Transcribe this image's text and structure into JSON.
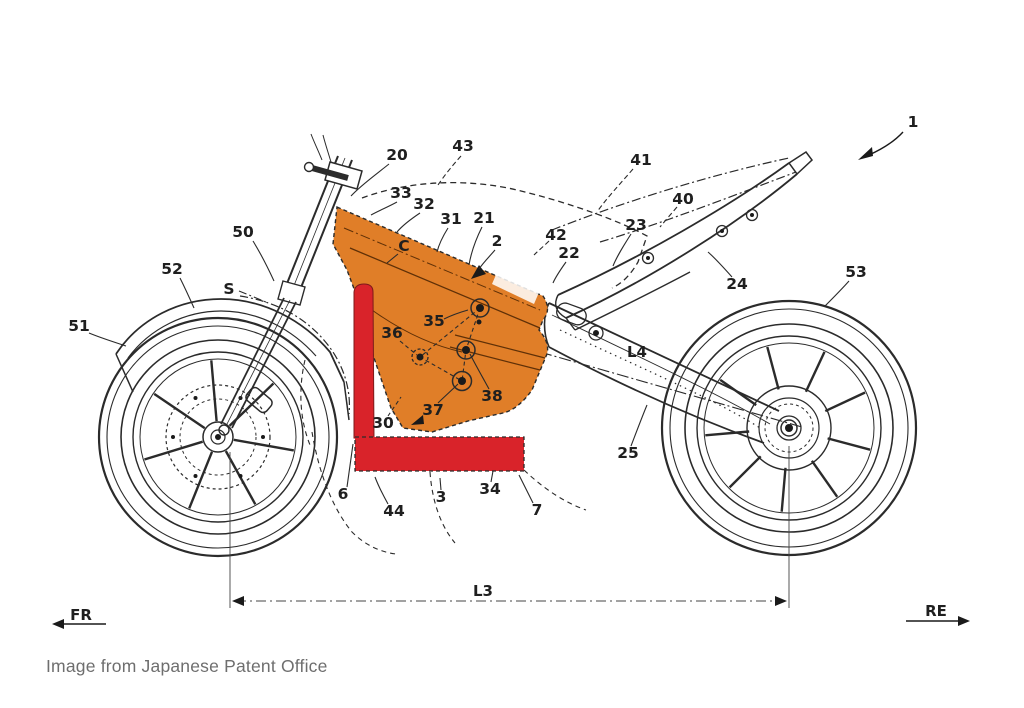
{
  "caption": "Image from Japanese Patent Office",
  "colors": {
    "line": "#2b2b2b",
    "engine_highlight": "#e07e28",
    "bracket_highlight": "#d9232a",
    "label_text": "#1f1f1f",
    "caption_text": "#6e6e6e"
  },
  "ref_labels": {
    "1": "1",
    "2": "2",
    "3": "3",
    "6": "6",
    "7": "7",
    "20": "20",
    "21": "21",
    "22": "22",
    "23": "23",
    "24": "24",
    "25": "25",
    "30": "30",
    "31": "31",
    "32": "32",
    "33": "33",
    "34": "34",
    "35": "35",
    "36": "36",
    "37": "37",
    "38": "38",
    "40": "40",
    "41": "41",
    "42": "42",
    "43": "43",
    "44": "44",
    "50": "50",
    "51": "51",
    "52": "52",
    "53": "53",
    "C": "C",
    "S": "S"
  },
  "dimension_labels": {
    "L3": "L3",
    "L4": "L4"
  },
  "direction_labels": {
    "front": "FR",
    "rear": "RE"
  }
}
